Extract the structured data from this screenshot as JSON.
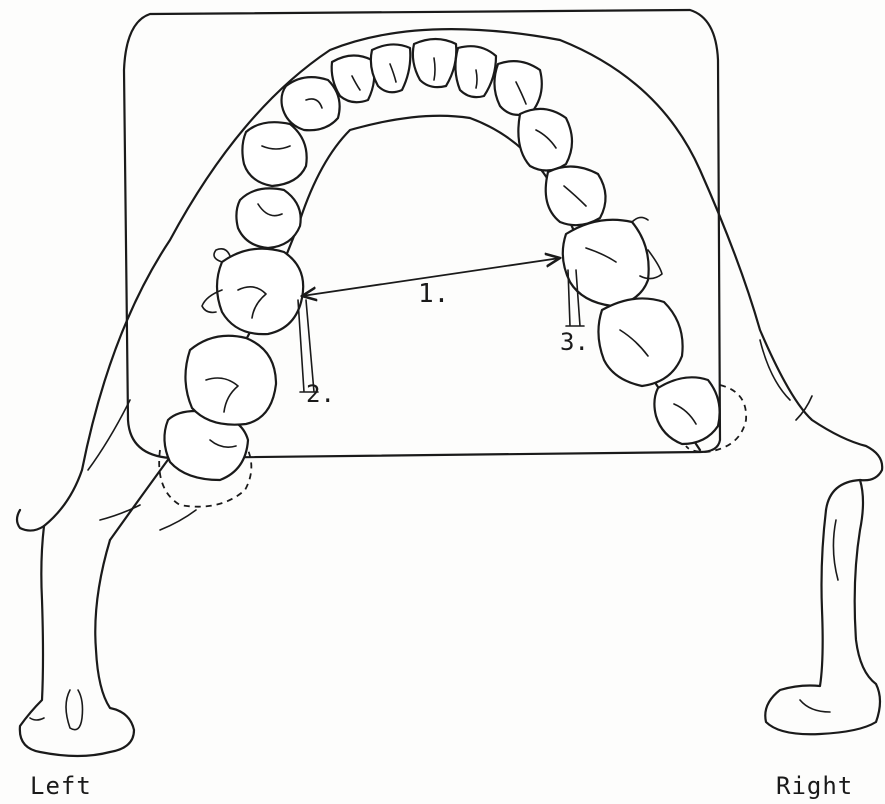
{
  "labels": {
    "measure_1": "1.",
    "measure_2": "2.",
    "measure_3": "3.",
    "left": "Left",
    "right": "Right"
  },
  "colors": {
    "ink": "#1a1a1a",
    "paper": "#fdfdfc"
  }
}
